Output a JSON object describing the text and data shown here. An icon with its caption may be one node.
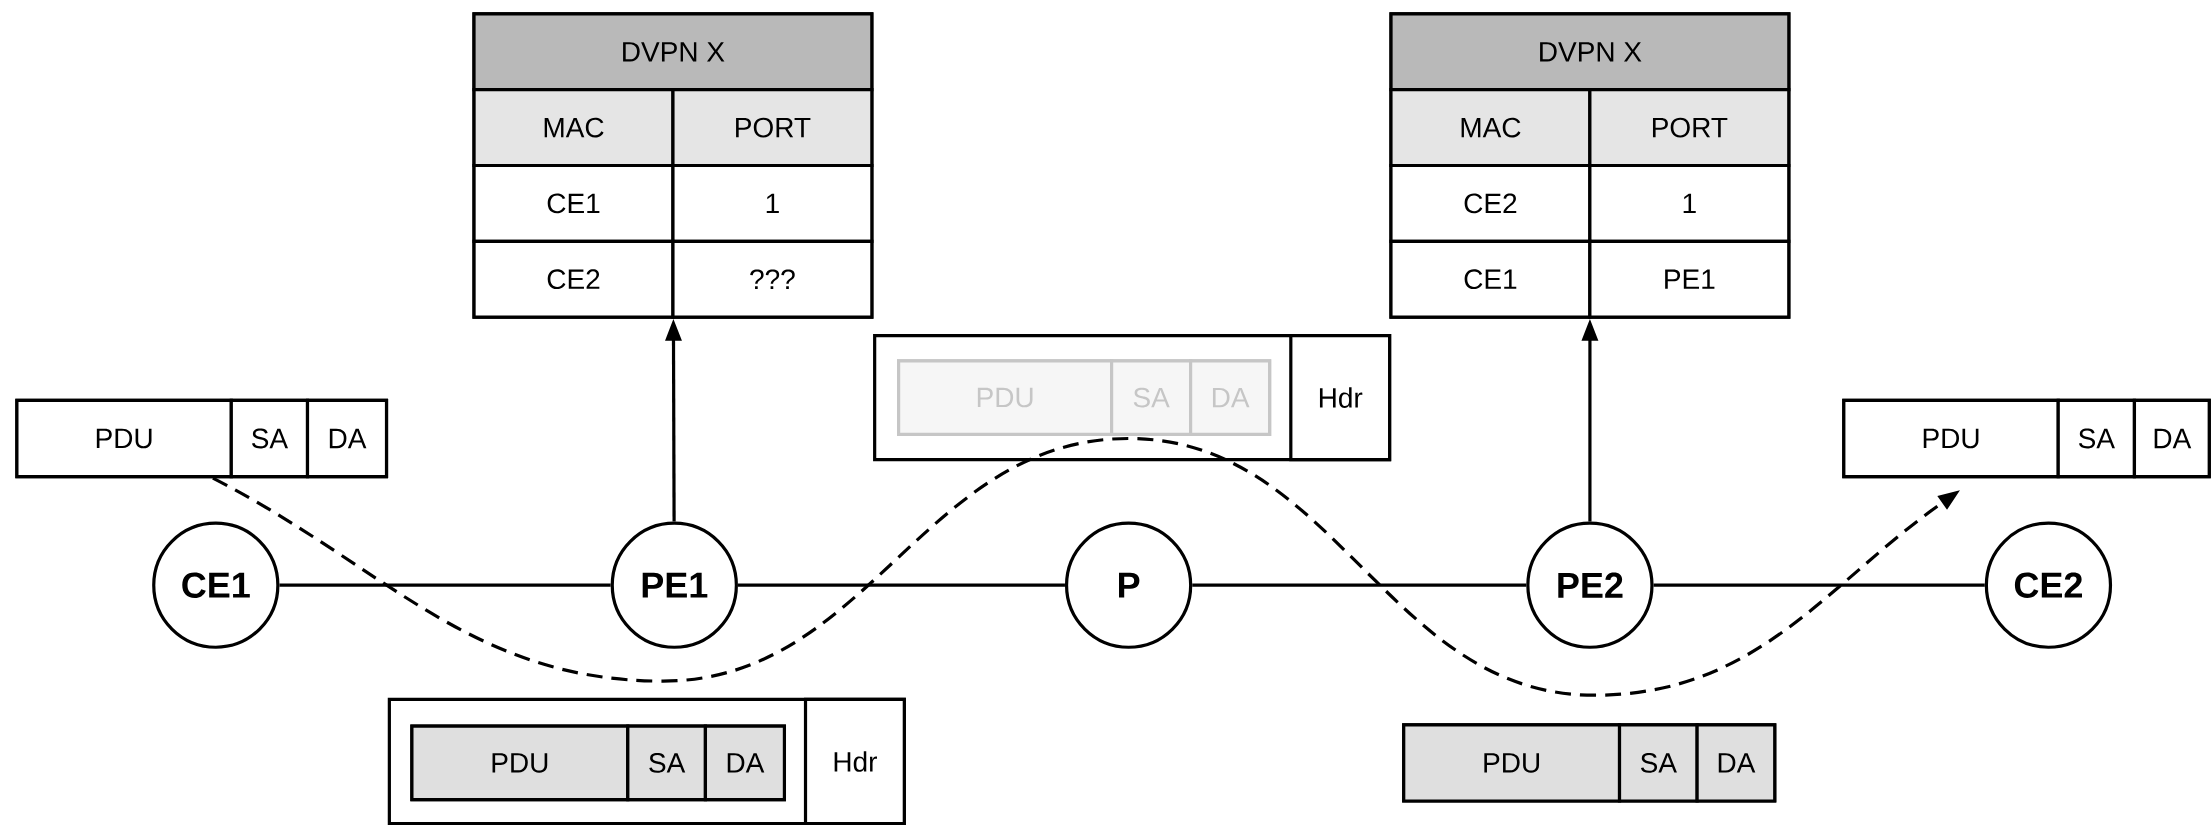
{
  "diagram": {
    "nodes": [
      {
        "text": [
          "DVPN X",
          "MAC",
          "PORT",
          "CE1",
          "1",
          "CE2",
          "???"
        ]
      },
      {
        "text": [
          "DVPN X",
          "MAC",
          "PORT",
          "CE2",
          "1",
          "CE1",
          "PE1"
        ]
      },
      {
        "text": [
          "Hdr"
        ]
      },
      {
        "text": [
          "PDU",
          "SA",
          "DA"
        ],
        "in": 2
      },
      {
        "text": [
          "PDU",
          "SA",
          "DA"
        ]
      },
      {
        "text": [
          "PDU",
          "SA",
          "DA"
        ]
      },
      {
        "text": [
          "CE1"
        ]
      },
      {
        "text": [
          "PE1"
        ]
      },
      {
        "text": [
          "P"
        ]
      },
      {
        "text": [
          "PE2"
        ]
      },
      {
        "text": [
          "CE2"
        ]
      },
      {
        "text": [
          "Hdr"
        ]
      },
      {
        "text": [
          "PDU",
          "SA",
          "DA"
        ],
        "in": 11
      },
      {
        "text": [
          "PDU",
          "SA",
          "DA"
        ]
      }
    ],
    "edges": [
      {
        "from": 6,
        "to": 7,
        "arrow": "none"
      },
      {
        "from": 7,
        "to": 8,
        "arrow": "none"
      },
      {
        "from": 8,
        "to": 9,
        "arrow": "none"
      },
      {
        "from": 9,
        "to": 10,
        "arrow": "none"
      },
      {
        "from": 7,
        "to": 0,
        "arrow": "to"
      },
      {
        "from": 9,
        "to": 1,
        "arrow": "to"
      },
      {
        "from": 4,
        "to": 5,
        "arrow": "to",
        "style": "dashed"
      }
    ]
  }
}
